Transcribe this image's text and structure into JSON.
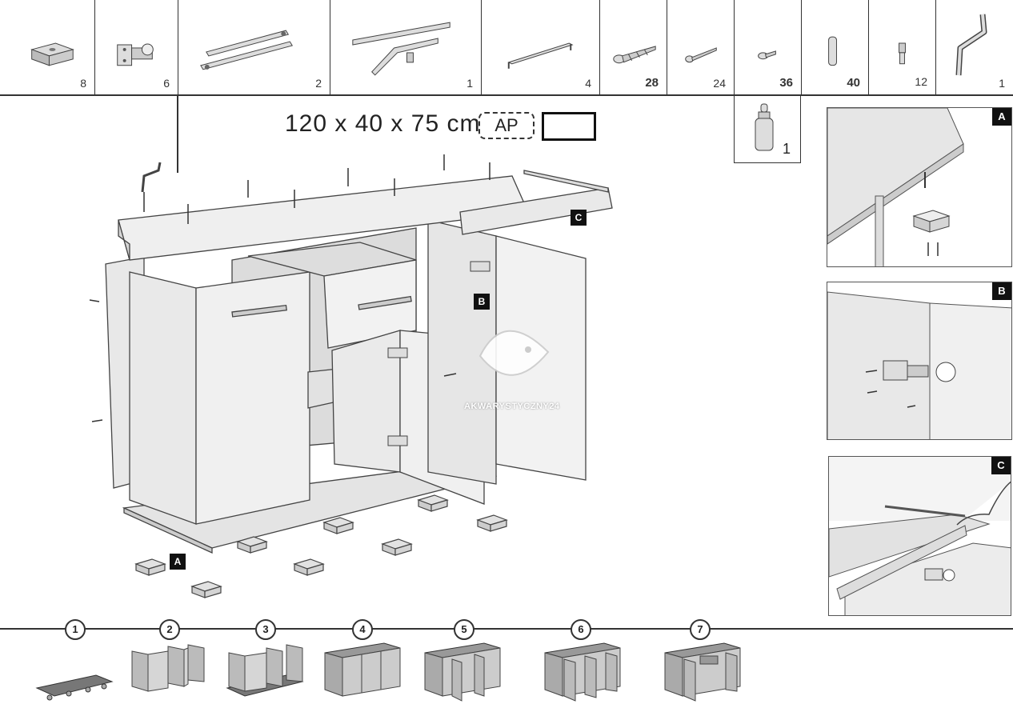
{
  "parts": [
    {
      "name": "foot-block",
      "qty": "8",
      "bold": false
    },
    {
      "name": "hinge",
      "qty": "6",
      "bold": false
    },
    {
      "name": "drawer-runner",
      "qty": "2",
      "bold": false
    },
    {
      "name": "back-rail",
      "qty": "1",
      "bold": false
    },
    {
      "name": "handle",
      "qty": "4",
      "bold": false
    },
    {
      "name": "screw-large",
      "qty": "28",
      "bold": true
    },
    {
      "name": "screw-small",
      "qty": "24",
      "bold": false
    },
    {
      "name": "screw-short",
      "qty": "36",
      "bold": true
    },
    {
      "name": "dowel",
      "qty": "40",
      "bold": true
    },
    {
      "name": "shelf-pin",
      "qty": "12",
      "bold": false
    },
    {
      "name": "allen-key",
      "qty": "1",
      "bold": false
    }
  ],
  "extra_part": {
    "name": "glue-bottle",
    "qty": "1"
  },
  "dimensions": "120 x 40 x 75 cm",
  "code_label": "AP",
  "callouts": {
    "a": "A",
    "b": "B",
    "c": "C"
  },
  "watermark": "AKWARYSTYCZNY24",
  "steps": [
    "1",
    "2",
    "3",
    "4",
    "5",
    "6",
    "7"
  ]
}
